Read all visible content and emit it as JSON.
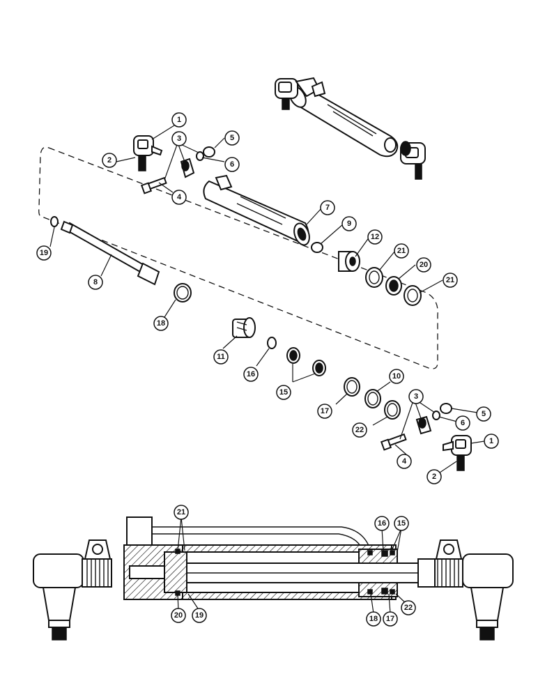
{
  "callouts": {
    "c1a": "1",
    "c2a": "2",
    "c3a": "3",
    "c4a": "4",
    "c5a": "5",
    "c6a": "6",
    "c7": "7",
    "c8": "8",
    "c9": "9",
    "c12": "12",
    "c19a": "19",
    "c21a": "21",
    "c20a": "20",
    "c21b": "21",
    "c18a": "18",
    "c11": "11",
    "c16a": "16",
    "c15a": "15",
    "c10": "10",
    "c17a": "17",
    "c22a": "22",
    "c3b": "3",
    "c5b": "5",
    "c6b": "6",
    "c4b": "4",
    "c1b": "1",
    "c2b": "2",
    "s21": "21",
    "s16": "16",
    "s15": "15",
    "s20": "20",
    "s19": "19",
    "s18": "18",
    "s17": "17",
    "s22": "22"
  }
}
